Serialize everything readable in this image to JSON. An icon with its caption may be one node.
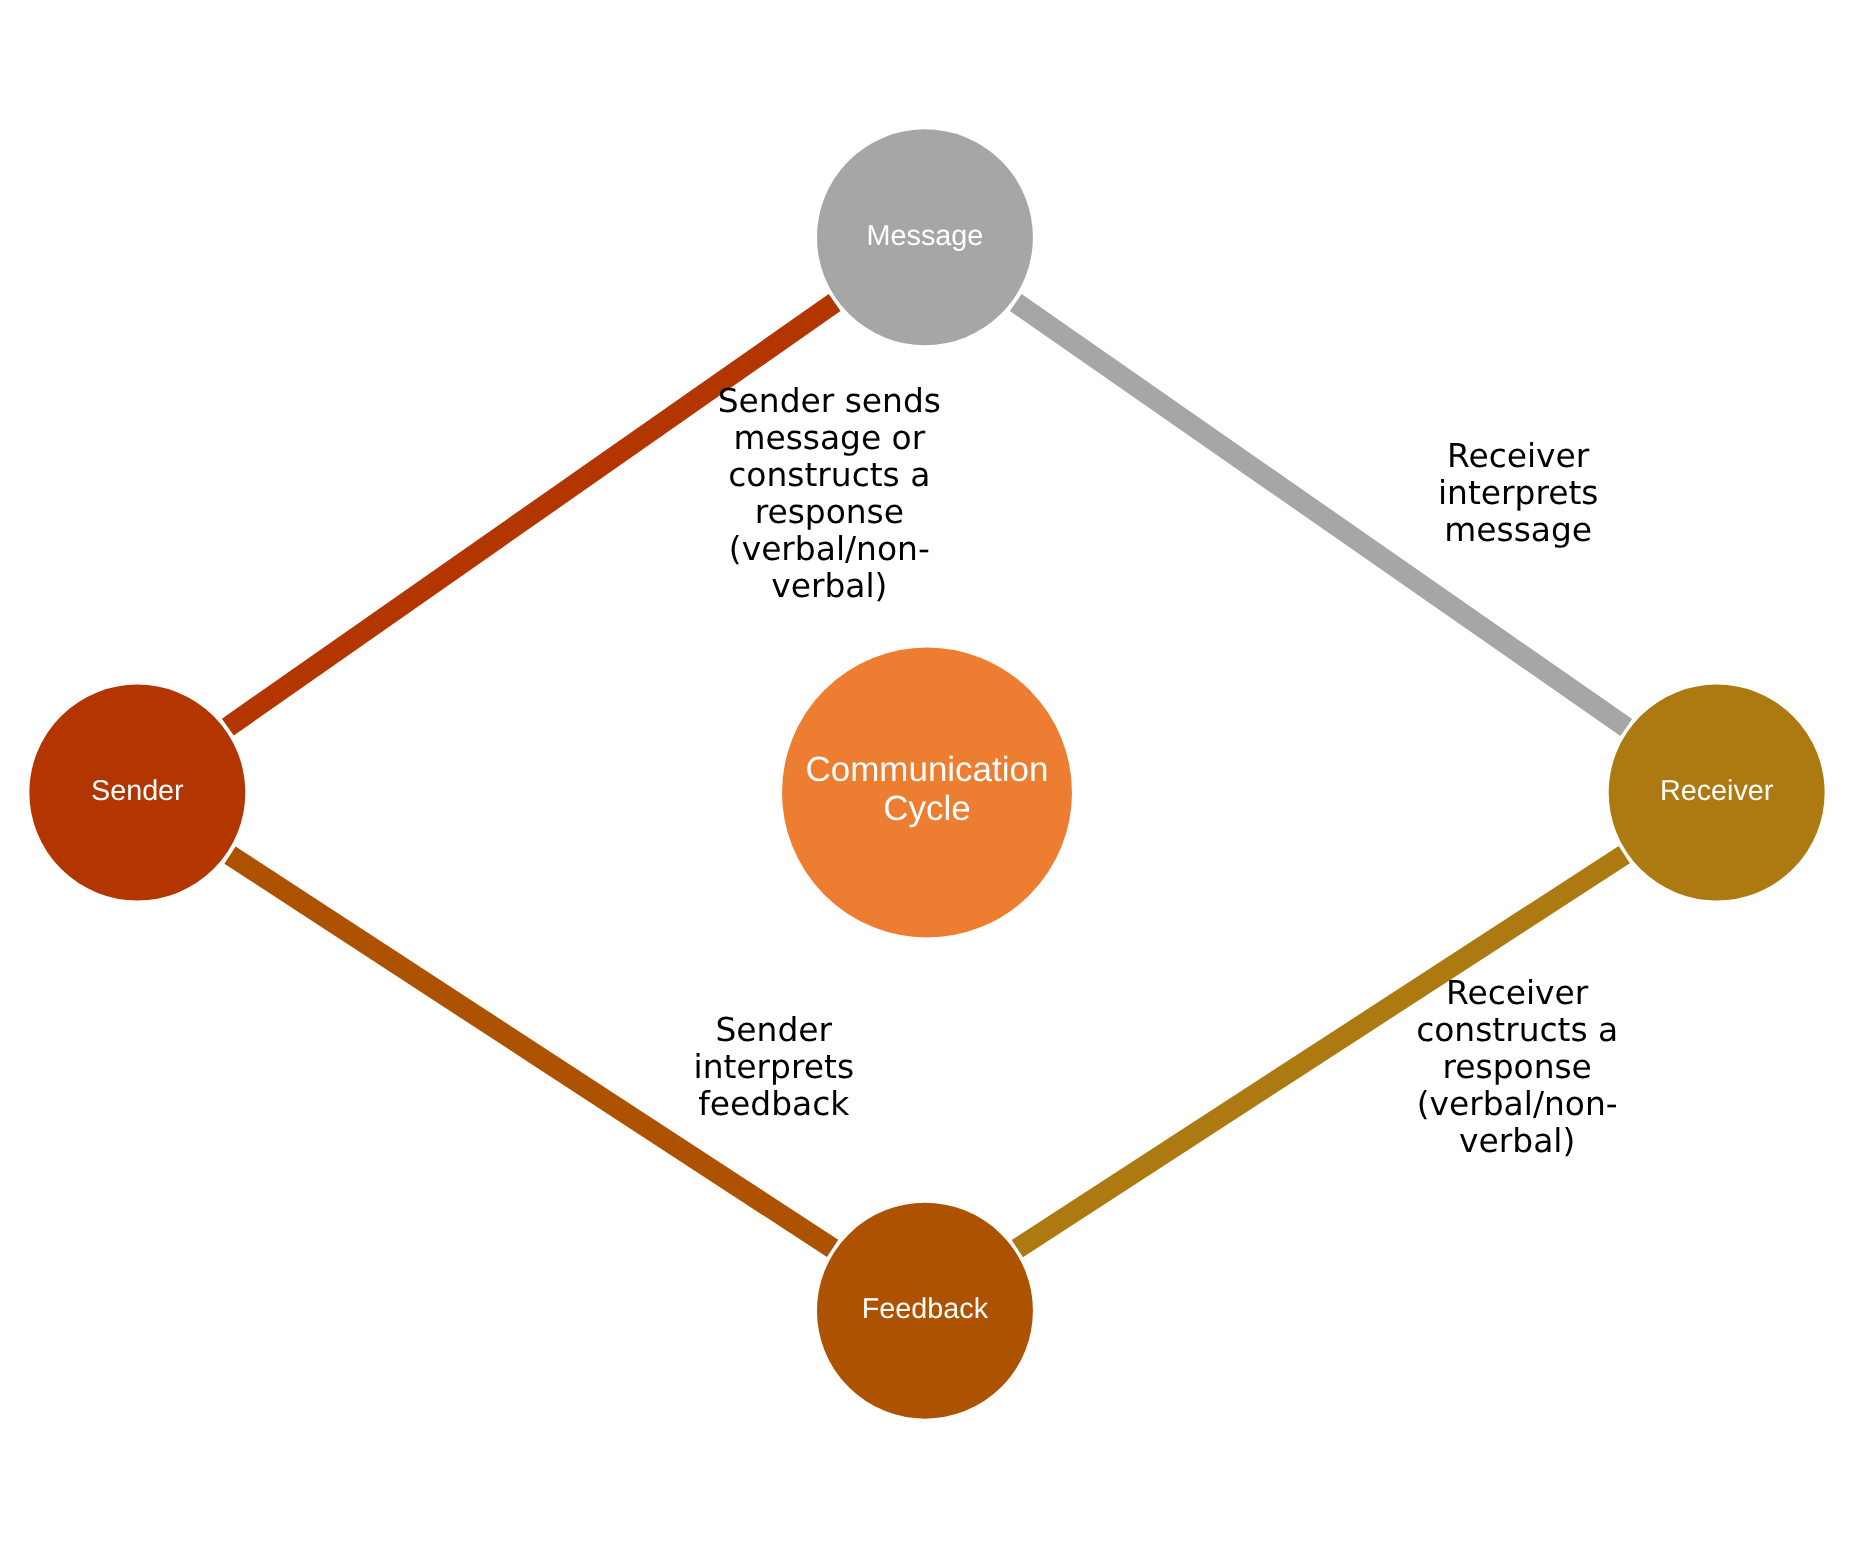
{
  "diagram": {
    "nodes": [
      {
        "text": [
          "Message"
        ]
      },
      {
        "text": [
          "Sender"
        ]
      },
      {
        "text": [
          "Communication Cycle"
        ]
      },
      {
        "text": [
          "Receiver"
        ]
      },
      {
        "text": [
          "Feedback"
        ]
      }
    ],
    "edges": [
      {
        "from": 1,
        "to": 0,
        "arrow": "none",
        "color": "#b33500",
        "label": "Sender sends message or constructs a response (verbal/non-verbal)"
      },
      {
        "from": 0,
        "to": 3,
        "arrow": "none",
        "color": "#a6a6a6",
        "label": "Receiver interprets message"
      },
      {
        "from": 3,
        "to": 4,
        "arrow": "none",
        "color": "#ad7a12",
        "label": "Receiver constructs a response (verbal/non-verbal)"
      },
      {
        "from": 4,
        "to": 1,
        "arrow": "none",
        "color": "#ad5200",
        "label": "Sender interprets feedback"
      }
    ]
  }
}
